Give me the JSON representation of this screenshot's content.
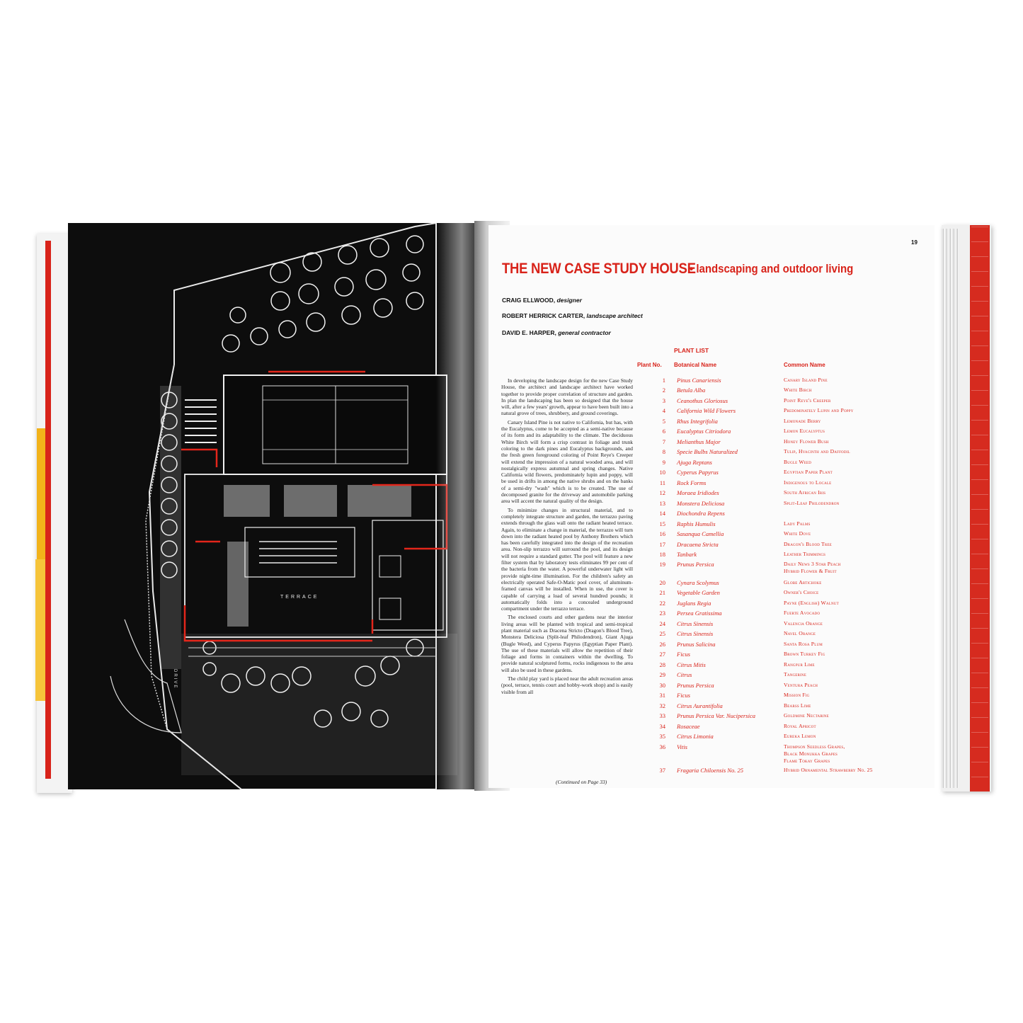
{
  "page": {
    "page_number": "19",
    "title_main": "THE NEW CASE STUDY HOUSE",
    "title_sub": "• landscaping and outdoor living",
    "credits": [
      {
        "name": "CRAIG ELLWOOD,",
        "role": "designer"
      },
      {
        "name": "ROBERT HERRICK CARTER,",
        "role": "landscape architect"
      },
      {
        "name": "DAVID E. HARPER,",
        "role": "general contractor"
      }
    ],
    "plan_labels": {
      "terrace": "TERRACE",
      "drive": "DRIVE"
    },
    "body_paragraphs": [
      "In developing the landscape design for the new Case Study House, the architect and landscape architect have worked together to provide proper correlation of structure and garden. In plan the landscaping has been so designed that the house will, after a few years' growth, appear to have been built into a natural grove of trees, shrubbery, and ground coverings.",
      "Canary Island Pine is not native to California, but has, with the Eucalyptus, come to be accepted as a semi-native because of its form and its adaptability to the climate. The deciduous White Birch will form a crisp contrast in foliage and trunk coloring to the dark pines and Eucalyptus backgrounds, and the fresh green foreground coloring of Point Reye's Creeper will extend the impression of a natural wooded area, and will nostalgically express autumnal and spring changes. Native California wild flowers, predominately lupin and poppy, will be used in drifts in among the native shrubs and on the banks of a semi-dry \"wash\" which is to be created. The use of decomposed granite for the driveway and automobile parking area will accent the natural quality of the design.",
      "To minimize changes in structural material, and to completely integrate structure and garden, the terrazzo paving extends through the glass wall onto the radiant heated terrace. Again, to eliminate a change in material, the terrazzo will turn down into the radiant heated pool by Anthony Brothers which has been carefully integrated into the design of the recreation area. Non-slip terrazzo will surround the pool, and its design will not require a standard gutter. The pool will feature a new filter system that by laboratory tests eliminates 99 per cent of the bacteria from the water. A powerful underwater light will provide night-time illumination. For the children's safety an electrically operated Safe-O-Matic pool cover, of aluminum-framed canvas will be installed. When in use, the cover is capable of carrying a load of several hundred pounds; it automatically folds into a concealed underground compartment under the terrazzo terrace.",
      "The enclosed courts and other gardens near the interior living areas will be planted with tropical and semi-tropical plant material such as Dracena Stricto (Dragon's Blood Tree), Monstera Deliciosa (Split-leaf Philodendron), Giant Ajuga (Bugle Weed), and Cyperus Papyrus (Egyptian Paper Plant). The use of these materials will allow the repetition of their foliage and forms in containers within the dwelling. To provide natural sculptured forms, rocks indigenous to the area will also be used in these gardens.",
      "The child play yard is placed near the adult recreation areas (pool, terrace, tennis court and hobby-work shop) and is easily visible from all"
    ],
    "continued": "(Continued on Page 33)",
    "plant_list_title": "PLANT LIST",
    "columns": {
      "num": "Plant No.",
      "botanical": "Botanical Name",
      "common": "Common Name"
    },
    "plants": [
      {
        "no": "1",
        "bot": "Pinus Canariensis",
        "com": "Canary Island Pine"
      },
      {
        "no": "2",
        "bot": "Betula Alba",
        "com": "White Birch"
      },
      {
        "no": "3",
        "bot": "Ceanothus Gloriosus",
        "com": "Point Reye's Creeper"
      },
      {
        "no": "4",
        "bot": "California Wild Flowers",
        "com": "Predominately Lupin and Poppy"
      },
      {
        "no": "5",
        "bot": "Rhus Integrifolia",
        "com": "Lemonade Berry"
      },
      {
        "no": "6",
        "bot": "Eucalyptus Citriodora",
        "com": "Lemon Eucalyptus"
      },
      {
        "no": "7",
        "bot": "Melianthus Major",
        "com": "Honey Flower Bush"
      },
      {
        "no": "8",
        "bot": "Specie Bulbs Naturalized",
        "com": "Tulip, Hyacinth and Daffodil"
      },
      {
        "no": "9",
        "bot": "Ajuga Reptans",
        "com": "Bugle Weed"
      },
      {
        "no": "10",
        "bot": "Cyperus Papyrus",
        "com": "Egyptian Paper Plant"
      },
      {
        "no": "11",
        "bot": "Rock Forms",
        "com": "Indigenous to Locale"
      },
      {
        "no": "12",
        "bot": "Moraea Iridiodes",
        "com": "South African Iris"
      },
      {
        "no": "13",
        "bot": "Monstera Deliciosa",
        "com": "Split-Leaf Philodendron"
      },
      {
        "no": "14",
        "bot": "Diochondra Repens",
        "com": ""
      },
      {
        "no": "15",
        "bot": "Raphis Humulis",
        "com": "Lady Palms"
      },
      {
        "no": "16",
        "bot": "Sasanqua Camellia",
        "com": "White Dove"
      },
      {
        "no": "17",
        "bot": "Dracaena Stricta",
        "com": "Dragon's Blood Tree"
      },
      {
        "no": "18",
        "bot": "Tanbark",
        "com": "Leather Trimmings"
      },
      {
        "no": "19",
        "bot": "Prunus Persica",
        "com": "Daily News 3 Star Peach\nHybrid Flower & Fruit"
      },
      {
        "no": "20",
        "bot": "Cynara Scolymus",
        "com": "Globe Artichoke"
      },
      {
        "no": "21",
        "bot": "Vegetable Garden",
        "com": "Owner's Choice"
      },
      {
        "no": "22",
        "bot": "Juglans Regia",
        "com": "Payne (English) Walnut"
      },
      {
        "no": "23",
        "bot": "Persea Gratissima",
        "com": "Fuerte Avocado"
      },
      {
        "no": "24",
        "bot": "Citrus Sinensis",
        "com": "Valencia Orange"
      },
      {
        "no": "25",
        "bot": "Citrus Sinensis",
        "com": "Navel Orange"
      },
      {
        "no": "26",
        "bot": "Prunus Salicina",
        "com": "Santa Rosa Plum"
      },
      {
        "no": "27",
        "bot": "Ficus",
        "com": "Brown Turkey Fig"
      },
      {
        "no": "28",
        "bot": "Citrus Mitis",
        "com": "Rangpur Lime"
      },
      {
        "no": "29",
        "bot": "Citrus",
        "com": "Tangerine"
      },
      {
        "no": "30",
        "bot": "Prunus Persica",
        "com": "Ventura Peach"
      },
      {
        "no": "31",
        "bot": "Ficus",
        "com": "Mission Fig"
      },
      {
        "no": "32",
        "bot": "Citrus Aurantifolia",
        "com": "Bearss Lime"
      },
      {
        "no": "33",
        "bot": "Prunus Persica Var. Nucipersica",
        "com": "Goldmine Nectarine"
      },
      {
        "no": "34",
        "bot": "Rosaceae",
        "com": "Royal Apricot"
      },
      {
        "no": "35",
        "bot": "Citrus Limonia",
        "com": "Eureka Lemon"
      },
      {
        "no": "36",
        "bot": "Vitis",
        "com": "Thompson Seedless Grapes,\nBlack Monukka Grapes\nFlame Tokay Grapes"
      },
      {
        "no": "37",
        "bot": "Fragaria Chiloensis No. 25",
        "com": "Hybrid Ornamental Strawberry No. 25"
      }
    ],
    "accent_color": "#d8231a"
  }
}
